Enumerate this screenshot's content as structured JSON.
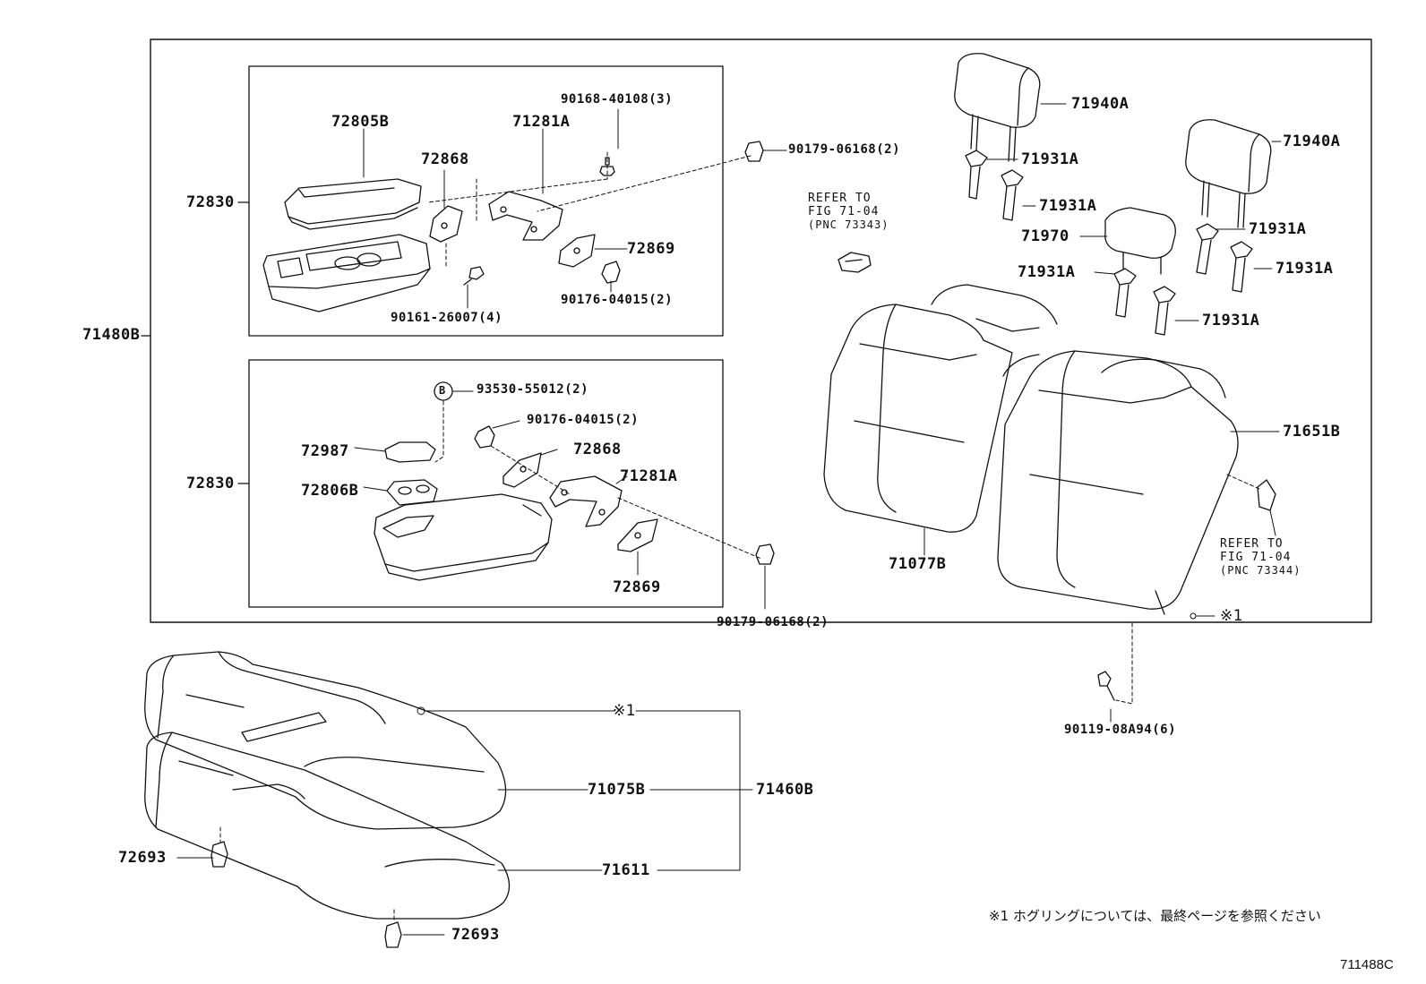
{
  "figure_id": "711488C",
  "footnote": "※1 ホグリングについては、最終ページを参照ください",
  "assembly_label": "71480B",
  "upper_box": {
    "assy_label": "72830",
    "parts": {
      "p72805B": "72805B",
      "p71281A": "71281A",
      "p72868": "72868",
      "p72869": "72869",
      "bolt_top": "90168-40108(3)",
      "screw_left": "90161-26007(4)",
      "nut": "90176-04015(2)"
    }
  },
  "lower_box": {
    "assy_label": "72830",
    "parts": {
      "b_mark": "B",
      "clip_b": "93530-55012(2)",
      "nut": "90176-04015(2)",
      "p72987": "72987",
      "p72868": "72868",
      "p71281A": "71281A",
      "p72806B": "72806B",
      "p72869": "72869"
    }
  },
  "outside_parts": {
    "cap_upper": "90179-06168(2)",
    "cap_lower": "90179-06168(2)"
  },
  "seatback": {
    "headrest_1": "71940A",
    "headrest_2": "71940A",
    "support_1": "71931A",
    "support_2": "71931A",
    "support_3": "71931A",
    "support_4": "71931A",
    "support_5": "71931A",
    "support_6": "71931A",
    "center_headrest": "71970",
    "back_cover": "71077B",
    "back_pad": "71651B",
    "hog_ring": "※1",
    "refer1": [
      "REFER TO",
      "FIG 71-04",
      "(PNC 73343)"
    ],
    "refer2": [
      "REFER TO",
      "FIG 71-04",
      "(PNC 73344)"
    ]
  },
  "cushion": {
    "hog_ring": "※1",
    "cover": "71075B",
    "assy": "71460B",
    "pad": "71611",
    "clip_a": "72693",
    "clip_b": "72693",
    "bolt": "90119-08A94(6)"
  }
}
